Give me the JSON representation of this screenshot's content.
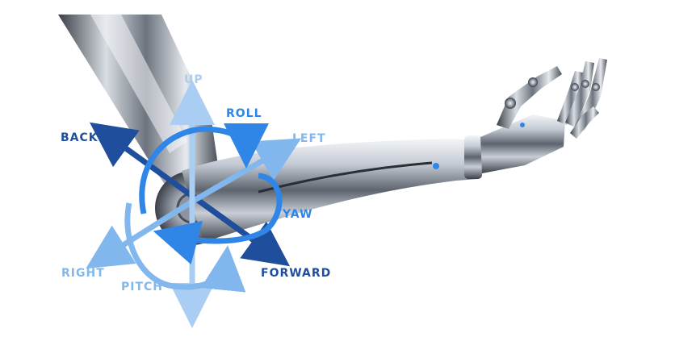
{
  "labels": {
    "up": "UP",
    "roll": "ROLL",
    "back": "BACK",
    "left": "LEFT",
    "yaw": "YAW",
    "right": "RIGHT",
    "pitch": "PITCH",
    "forward": "FORWARD"
  },
  "colors": {
    "dark_blue": "#1f4f9c",
    "mid_blue": "#2f86e6",
    "light_blue": "#82b7ee",
    "pale_blue": "#a9cdf3",
    "metal_dark": "#3a3f47",
    "metal_light": "#e4e8ee"
  },
  "icons": {
    "arm": "robotic-arm-illustration"
  }
}
